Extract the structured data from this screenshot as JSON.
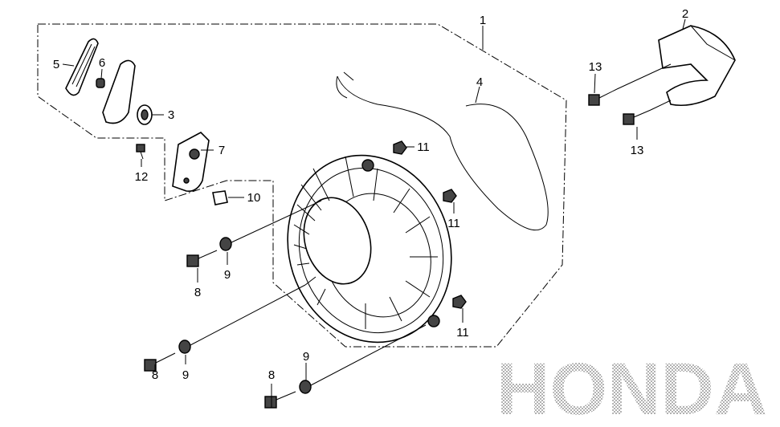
{
  "diagram": {
    "watermark": "HONDA",
    "callouts": {
      "c1": "1",
      "c2": "2",
      "c3": "3",
      "c4": "4",
      "c5": "5",
      "c6": "6",
      "c7": "7",
      "c8a": "8",
      "c8b": "8",
      "c8c": "8",
      "c9a": "9",
      "c9b": "9",
      "c9c": "9",
      "c10": "10",
      "c11a": "11",
      "c11b": "11",
      "c11c": "11",
      "c12": "12",
      "c13a": "13",
      "c13b": "13"
    }
  }
}
